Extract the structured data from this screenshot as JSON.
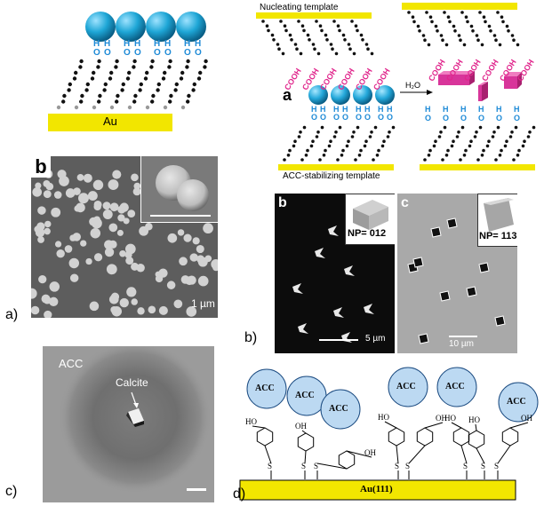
{
  "panel_labels": {
    "a": "a)",
    "b": "b)",
    "c": "c)",
    "d": "d)"
  },
  "panel_a": {
    "substrate": "Au",
    "h_label": "H",
    "o_label": "O",
    "sem_letter": "b",
    "scale_bar": "1 µm"
  },
  "panel_b": {
    "top_template": "Nucleating template",
    "bottom_template": "ACC-stabilizing template",
    "step_letter": "a",
    "reagent": "H₂O",
    "cooh": "COOH",
    "sem_left": {
      "letter": "b",
      "np": "NP= 012",
      "scale": "5 µm"
    },
    "sem_right": {
      "letter": "c",
      "np": "NP= 113",
      "scale": "10 µm"
    }
  },
  "panel_c": {
    "acc_label": "ACC",
    "calcite_label": "Calcite"
  },
  "panel_d": {
    "acc": "ACC",
    "oh": "OH",
    "ho": "HO",
    "s": "S",
    "substrate": "Au(111)"
  },
  "colors": {
    "gold": "#f2e600",
    "sphere": "#1ea6d6",
    "h_blue": "#1e8ad6",
    "cooh_pink": "#e0268c",
    "crystal_pink": "#d8359a",
    "acc_circle": "#bcd9f2"
  }
}
